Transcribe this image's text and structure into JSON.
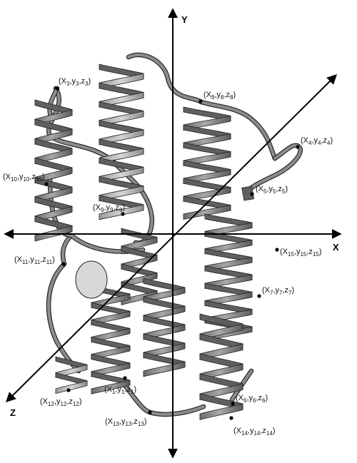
{
  "axes": {
    "x_label": "X",
    "y_label": "Y",
    "z_label": "Z"
  },
  "colors": {
    "axis": "#000000",
    "ribbon_light": "#b9b9b9",
    "ribbon_mid": "#8c8c8c",
    "ribbon_dark": "#5f5f5f",
    "point": "#000000"
  },
  "points": [
    {
      "id": "p1",
      "label": [
        "X",
        "1",
        "y",
        "1",
        "z",
        "1"
      ]
    },
    {
      "id": "p3",
      "label": [
        "X",
        "3",
        "y",
        "3",
        "z",
        "3"
      ]
    },
    {
      "id": "p4",
      "label": [
        "X",
        "4",
        "y",
        "4",
        "z",
        "4"
      ]
    },
    {
      "id": "p5",
      "label": [
        "X",
        "5",
        "y",
        "5",
        "z",
        "5"
      ]
    },
    {
      "id": "p6",
      "label": [
        "X",
        "6",
        "y",
        "6",
        "z",
        "6"
      ]
    },
    {
      "id": "p7",
      "label": [
        "X",
        "7",
        "y",
        "7",
        "z",
        "7"
      ]
    },
    {
      "id": "p8",
      "label": [
        "X",
        "8",
        "y",
        "8",
        "z",
        "8"
      ]
    },
    {
      "id": "p9",
      "label": [
        "X",
        "9",
        "y",
        "9",
        "z",
        "9"
      ]
    },
    {
      "id": "p10",
      "label": [
        "X",
        "10",
        "y",
        "10",
        "z",
        "10"
      ]
    },
    {
      "id": "p11",
      "label": [
        "X",
        "11",
        "y",
        "11",
        "z",
        "11"
      ]
    },
    {
      "id": "p12",
      "label": [
        "X",
        "12",
        "y",
        "12",
        "z",
        "12"
      ]
    },
    {
      "id": "p13",
      "label": [
        "X",
        "13",
        "y",
        "13",
        "z",
        "13"
      ]
    },
    {
      "id": "p14",
      "label": [
        "X",
        "14",
        "y",
        "14",
        "z",
        "14"
      ]
    },
    {
      "id": "p15",
      "label": [
        "X",
        "15",
        "y",
        "15",
        "z",
        "15"
      ]
    }
  ]
}
